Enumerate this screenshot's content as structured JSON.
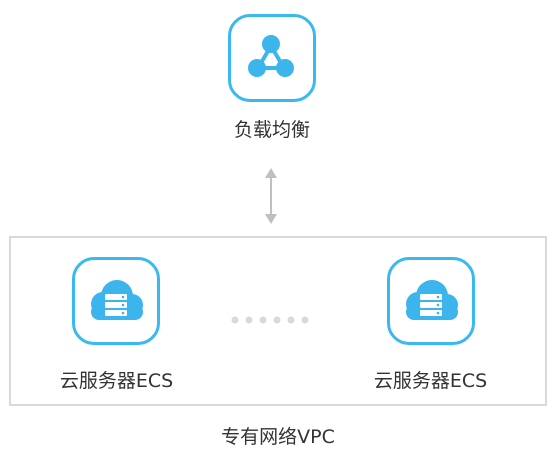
{
  "load_balancer": {
    "label": "负载均衡",
    "icon": "load-balancer-icon"
  },
  "connector": {
    "icon": "bidirectional-arrow-icon"
  },
  "vpc": {
    "label": "专有网络VPC",
    "servers": [
      {
        "label": "云服务器ECS",
        "icon": "cloud-server-icon"
      },
      {
        "label": "云服务器ECS",
        "icon": "cloud-server-icon"
      }
    ],
    "ellipsis_icon": "ellipsis-dots-icon"
  },
  "colors": {
    "accent": "#3ab8f0",
    "icon_fill": "#3cb4ec",
    "text": "#333333",
    "border": "#d9d9d9",
    "arrow": "#bfbfbf",
    "dots": "#d9d9d9"
  }
}
